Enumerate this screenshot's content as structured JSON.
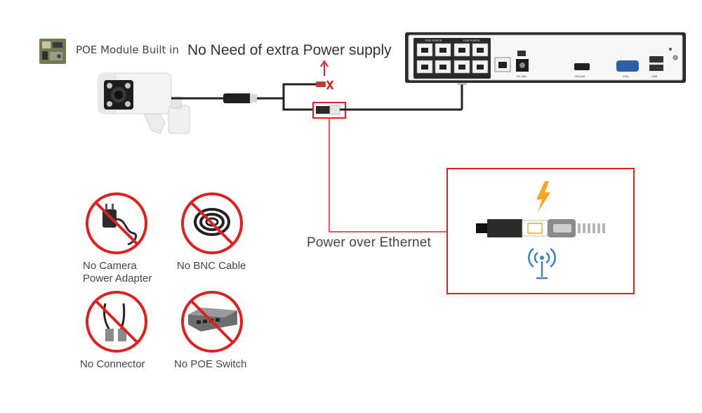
{
  "header": {
    "poe_module_label": "POE Module Built in",
    "no_need_label": "No Need of extra Power supply"
  },
  "nvr": {
    "poe_ports_label_1": "POE PORTS",
    "poe_ports_label_2": "POE PORTS",
    "dc_label": "DC 48V",
    "hdmi_label": "HD-port",
    "vga_label": "VGA",
    "usb_label": "USB"
  },
  "callout": {
    "label": "Power over Ethernet"
  },
  "prohibited": [
    {
      "line1": "No Camera",
      "line2": "Power Adapter"
    },
    {
      "line1": "No BNC Cable",
      "line2": ""
    },
    {
      "line1": "No Connector",
      "line2": ""
    },
    {
      "line1": "No POE Switch",
      "line2": ""
    }
  ],
  "colors": {
    "red": "#e02020",
    "orange": "#f5a623",
    "blue": "#3b82c4",
    "nvr_body": "#2b2b2b",
    "port_white": "#f2f2f2"
  }
}
